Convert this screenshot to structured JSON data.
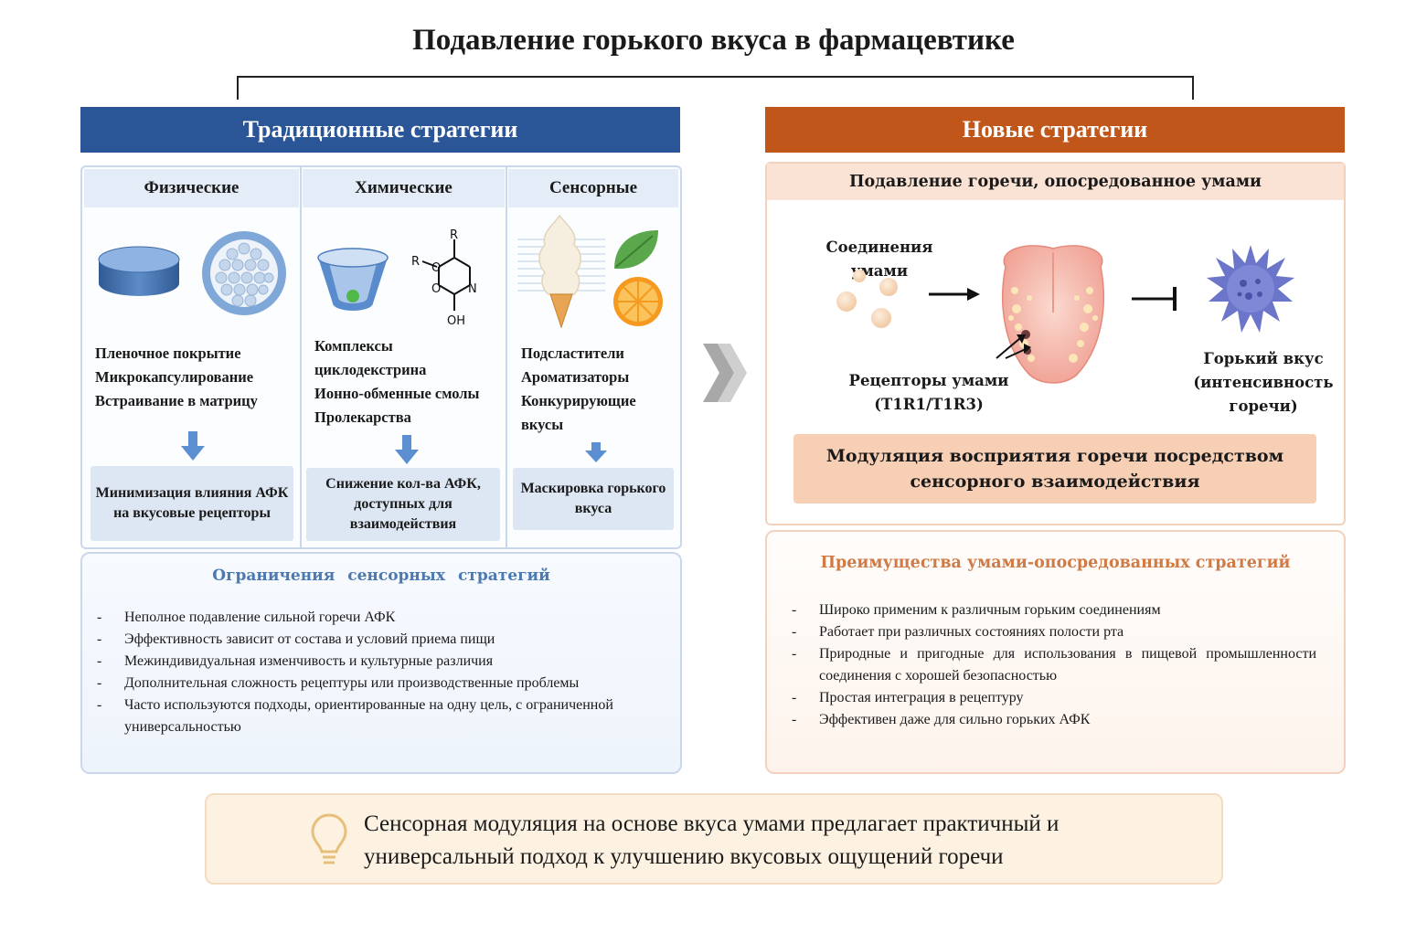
{
  "title": "Подавление горького вкуса в фармацевтике",
  "traditional": {
    "header": "Традиционные стратегии",
    "columns": [
      {
        "title": "Физические",
        "items": [
          "Пленочное покрытие",
          "Микрокапсулирование",
          "Встраивание в матрицу"
        ],
        "result": "Минимизация влияния АФК на вкусовые рецепторы"
      },
      {
        "title": "Химические",
        "items": [
          "Комплексы циклодекстрина",
          "Ионно-обменные смолы",
          "Пролекарства"
        ],
        "result": "Снижение кол-ва АФК, доступных для взаимодействия"
      },
      {
        "title": "Сенсорные",
        "items": [
          "Подсластители",
          "Ароматизаторы",
          "Конкурирующие вкусы"
        ],
        "result": "Маскировка горького вкуса"
      }
    ],
    "molecule_labels": {
      "r_top": "R",
      "r_left": "R",
      "o1": "O",
      "o2": "O",
      "n": "N",
      "oh": "OH"
    },
    "limitations": {
      "title": "Ограничения сенсорных стратегий",
      "items": [
        "Неполное подавление сильной горечи АФК",
        "Эффективность зависит от состава и условий приема пищи",
        "Межиндивидуальная изменчивость и культурные различия",
        "Дополнительная сложность рецептуры или производственные проблемы",
        "Часто используются подходы, ориентированные на одну цель, с ограниченной универсальностью"
      ]
    }
  },
  "new": {
    "header": "Новые стратегии",
    "subheader": "Подавление горечи, опосредованное умами",
    "umami_compounds": "Соединения умами",
    "receptors": "Рецепторы умами (T1R1/T1R3)",
    "bitter": "Горький вкус (интенсивность горечи)",
    "modulation": "Модуляция восприятия горечи посредством сенсорного взаимодействия",
    "advantages": {
      "title": "Преимущества умами-опосредованных стратегий",
      "items": [
        "Широко применим к различным горьким соединениям",
        "Работает при различных состояниях полости рта",
        "Природные и пригодные для использования в пищевой промышленности соединения с хорошей безопасностью",
        "Простая интеграция в рецептуру",
        "Эффективен даже для сильно горьких АФК"
      ]
    }
  },
  "footer": "Сенсорная модуляция на основе вкуса умами предлагает практичный и универсальный подход к улучшению вкусовых ощущений горечи",
  "colors": {
    "traditional": "#2a5597",
    "new": "#c0561a",
    "limit_title": "#4d79b3",
    "adv_title": "#d07a45"
  }
}
